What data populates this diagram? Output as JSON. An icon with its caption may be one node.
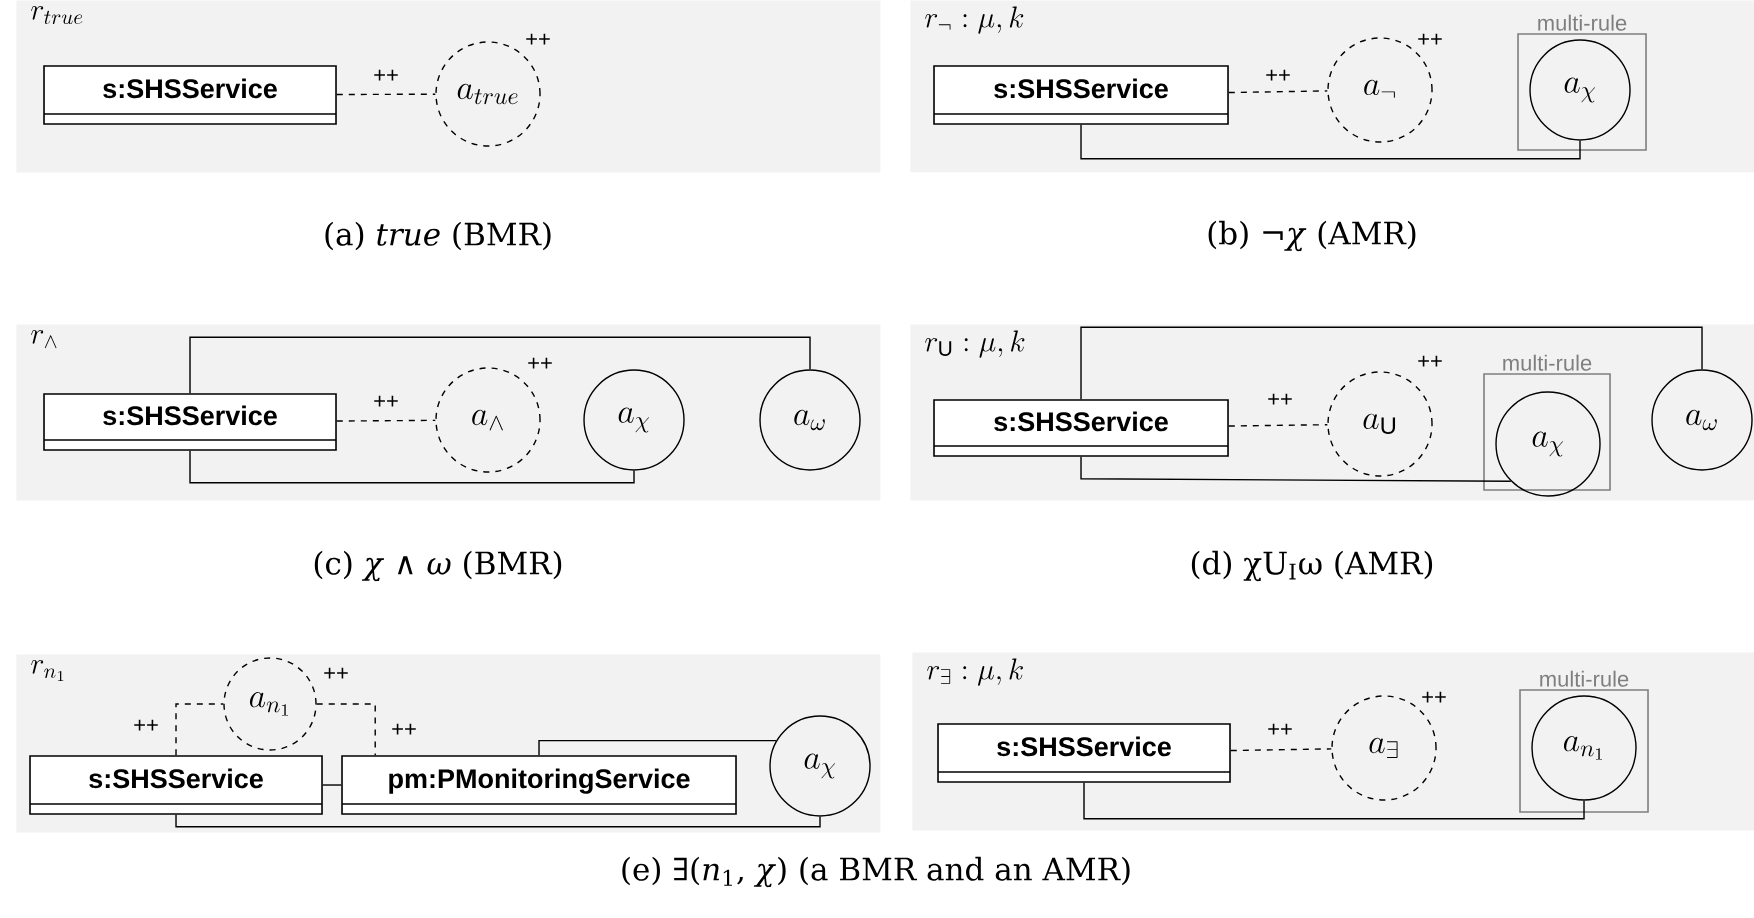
{
  "diagram": {
    "nodes": [
      {
        "text": [
          "r_{true}"
        ]
      },
      {
        "text": [
          "s:SHSService"
        ],
        "in": 0
      },
      {
        "text": [
          "a_{true}"
        ],
        "beside": [
          "++"
        ],
        "in": 0
      },
      {
        "text": [
          "r_{\\neg}: \\mu, k"
        ]
      },
      {
        "text": [
          "s:SHSService"
        ],
        "in": 3
      },
      {
        "text": [
          "a_{\\neg}"
        ],
        "beside": [
          "++"
        ],
        "in": 3
      },
      {
        "text": [
          "multi-rule"
        ],
        "in": 3
      },
      {
        "text": [
          "a_{\\chi}"
        ],
        "in": 6
      },
      {
        "text": [
          "r_{\\wedge}"
        ]
      },
      {
        "text": [
          "s:SHSService"
        ],
        "in": 8
      },
      {
        "text": [
          "a_{\\wedge}"
        ],
        "beside": [
          "++"
        ],
        "in": 8
      },
      {
        "text": [
          "a_{\\chi}"
        ],
        "in": 8
      },
      {
        "text": [
          "a_{\\omega}"
        ],
        "in": 8
      },
      {
        "text": [
          "r_{\\mathrm{U}}: \\mu, k"
        ]
      },
      {
        "text": [
          "s:SHSService"
        ],
        "in": 13
      },
      {
        "text": [
          "a_{\\mathrm{U}}"
        ],
        "beside": [
          "++"
        ],
        "in": 13
      },
      {
        "text": [
          "multi-rule"
        ],
        "in": 13
      },
      {
        "text": [
          "a_{\\chi}"
        ],
        "in": 16
      },
      {
        "text": [
          "a_{\\omega}"
        ],
        "in": 13
      },
      {
        "text": [
          "r_{n_1}"
        ]
      },
      {
        "text": [
          "s:SHSService"
        ],
        "in": 19
      },
      {
        "text": [
          "a_{n_1}"
        ],
        "beside": [
          "++"
        ],
        "in": 19
      },
      {
        "text": [
          "pm:PMonitoringService"
        ],
        "in": 19
      },
      {
        "text": [
          "a_{\\chi}"
        ],
        "in": 19
      },
      {
        "text": [
          "r_{\\exists}: \\mu, k"
        ]
      },
      {
        "text": [
          "s:SHSService"
        ],
        "in": 24
      },
      {
        "text": [
          "a_{\\exists}"
        ],
        "beside": [
          "++"
        ],
        "in": 24
      },
      {
        "text": [
          "multi-rule"
        ],
        "in": 24
      },
      {
        "text": [
          "a_{n_1}"
        ],
        "in": 27
      }
    ],
    "edges": [
      {
        "from": 1,
        "to": 2,
        "arrow": "none",
        "style": "dashed",
        "label": "++"
      },
      {
        "from": 4,
        "to": 5,
        "arrow": "none",
        "style": "dashed",
        "label": "++"
      },
      {
        "from": 4,
        "to": 7,
        "arrow": "none"
      },
      {
        "from": 9,
        "to": 10,
        "arrow": "none",
        "style": "dashed",
        "label": "++"
      },
      {
        "from": 9,
        "to": 11,
        "arrow": "none"
      },
      {
        "from": 9,
        "to": 12,
        "arrow": "none"
      },
      {
        "from": 14,
        "to": 15,
        "arrow": "none",
        "style": "dashed",
        "label": "++"
      },
      {
        "from": 14,
        "to": 17,
        "arrow": "none"
      },
      {
        "from": 14,
        "to": 18,
        "arrow": "none"
      },
      {
        "from": 20,
        "to": 21,
        "arrow": "none",
        "style": "dashed",
        "label": "++"
      },
      {
        "from": 21,
        "to": 22,
        "arrow": "none",
        "style": "dashed",
        "label": "++"
      },
      {
        "from": 20,
        "to": 22,
        "arrow": "none"
      },
      {
        "from": 22,
        "to": 23,
        "arrow": "none"
      },
      {
        "from": 20,
        "to": 23,
        "arrow": "none"
      },
      {
        "from": 25,
        "to": 26,
        "arrow": "none",
        "style": "dashed",
        "label": "++"
      },
      {
        "from": 25,
        "to": 28,
        "arrow": "none"
      }
    ],
    "labels": [
      "(a) *true* (BMR)",
      "(b) ¬*χ* (AMR)",
      "(c) *χ* ∧ *ω* (BMR)",
      "(d) χU$_{I}$ω (AMR)",
      "(e) ∃(*n*$_{1}$, *χ*) (a BMR and an AMR)"
    ]
  }
}
